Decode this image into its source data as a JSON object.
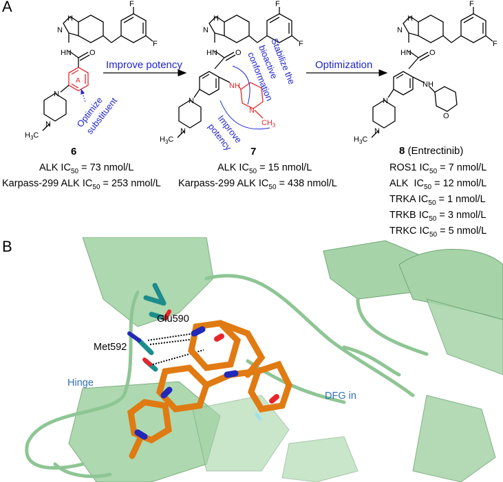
{
  "panels": {
    "a": "A",
    "b": "B"
  },
  "compound6": {
    "number": "6",
    "ring_label": "A",
    "annotation": "Optimize\nsubstituent",
    "activity": [
      {
        "prefix": "ALK IC",
        "sub": "50",
        "suffix": " = 73 nmol/L"
      },
      {
        "prefix": "Karpass-299 ALK IC",
        "sub": "50",
        "suffix": "  = 253 nmol/L"
      }
    ]
  },
  "arrow1": {
    "label": "Improve potency"
  },
  "compound7": {
    "number": "7",
    "annotation_top": "Stabilize the\nbioactive\nconformation",
    "annotation_bottom": "Improve\npotency",
    "activity": [
      {
        "prefix": "ALK IC",
        "sub": "50",
        "suffix": " = 15 nmol/L"
      },
      {
        "prefix": "Karpass-299 ALK IC",
        "sub": "50",
        "suffix": " = 438 nmol/L"
      }
    ]
  },
  "arrow2": {
    "label": "Optimization"
  },
  "compound8": {
    "number": "8",
    "name": " (Entrectinib)",
    "activity": [
      {
        "prefix": "ROS1 IC",
        "sub": "50",
        "suffix": " = 7 nmol/L"
      },
      {
        "prefix": "ALK  IC",
        "sub": "50",
        "suffix": " = 12 nmol/L"
      },
      {
        "prefix": "TRKA IC",
        "sub": "50",
        "suffix": " = 1 nmol/L"
      },
      {
        "prefix": "TRKB IC",
        "sub": "50",
        "suffix": " = 3 nmol/L"
      },
      {
        "prefix": "TRKC IC",
        "sub": "50",
        "suffix": " = 5 nmol/L"
      }
    ]
  },
  "atoms": {
    "F": "F",
    "HN": "H",
    "N": "N",
    "NH": "NH",
    "HN_amide": "HN",
    "O": "O",
    "CH3": "CH",
    "sub3": "3",
    "H3C": "H",
    "C": "C"
  },
  "structure": {
    "residue1": "Glu590",
    "residue2": "Met592",
    "hinge": "Hinge",
    "dfg": "DFG in"
  },
  "colors": {
    "annotation": "#1f24d0",
    "red": "#e8262a",
    "ribbon": "#a6d4a8",
    "ribbon_dark": "#7fb985",
    "ligand": "#e07a12",
    "nitrogen": "#2229b8",
    "oxygen": "#e8262a",
    "hinge_res": "#1c8c8c",
    "hinge_text": "#2f6fb5"
  }
}
